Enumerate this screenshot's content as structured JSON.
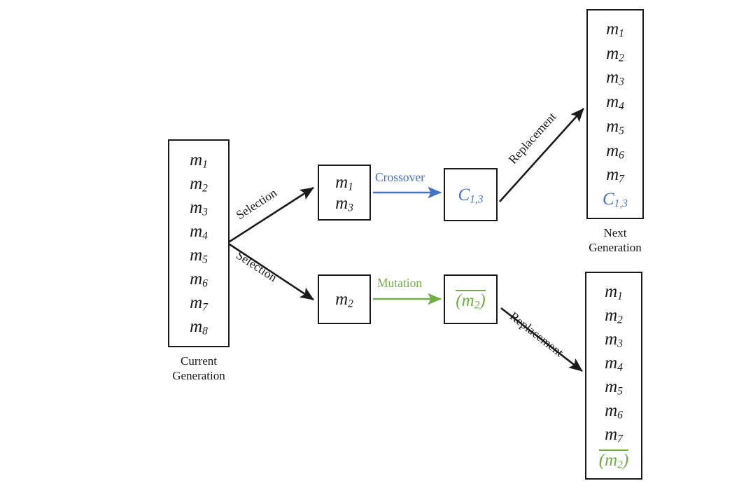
{
  "diagram": {
    "title": "Genetic algorithm generation cycle",
    "colors": {
      "ink": "#1a1a1a",
      "crossover_blue": "#4472C4",
      "mutation_green": "#70AD47",
      "background": "#ffffff"
    }
  },
  "current_generation": {
    "caption": "Current\nGeneration",
    "genes": [
      {
        "base": "m",
        "sub": "1",
        "color": "ink"
      },
      {
        "base": "m",
        "sub": "2",
        "color": "ink"
      },
      {
        "base": "m",
        "sub": "3",
        "color": "ink"
      },
      {
        "base": "m",
        "sub": "4",
        "color": "ink"
      },
      {
        "base": "m",
        "sub": "5",
        "color": "ink"
      },
      {
        "base": "m",
        "sub": "6",
        "color": "ink"
      },
      {
        "base": "m",
        "sub": "7",
        "color": "ink"
      },
      {
        "base": "m",
        "sub": "8",
        "color": "ink"
      }
    ]
  },
  "crossover_parents": {
    "genes": [
      {
        "base": "m",
        "sub": "1",
        "color": "ink"
      },
      {
        "base": "m",
        "sub": "3",
        "color": "ink"
      }
    ]
  },
  "crossover_child": {
    "genes": [
      {
        "base": "C",
        "sub": "1,3",
        "color": "blue"
      }
    ]
  },
  "mutation_parent": {
    "genes": [
      {
        "base": "m",
        "sub": "2",
        "color": "ink"
      }
    ]
  },
  "mutation_child": {
    "genes": [
      {
        "prefix": "(",
        "base": "m",
        "sub": "2",
        "suffix": ")",
        "color": "green",
        "overline": true
      }
    ]
  },
  "next_generation_top": {
    "caption": "Next\nGeneration",
    "genes": [
      {
        "base": "m",
        "sub": "1",
        "color": "ink"
      },
      {
        "base": "m",
        "sub": "2",
        "color": "ink"
      },
      {
        "base": "m",
        "sub": "3",
        "color": "ink"
      },
      {
        "base": "m",
        "sub": "4",
        "color": "ink"
      },
      {
        "base": "m",
        "sub": "5",
        "color": "ink"
      },
      {
        "base": "m",
        "sub": "6",
        "color": "ink"
      },
      {
        "base": "m",
        "sub": "7",
        "color": "ink"
      },
      {
        "base": "C",
        "sub": "1,3",
        "color": "blue"
      }
    ]
  },
  "next_generation_bottom": {
    "caption": "",
    "genes": [
      {
        "base": "m",
        "sub": "1",
        "color": "ink"
      },
      {
        "base": "m",
        "sub": "2",
        "color": "ink"
      },
      {
        "base": "m",
        "sub": "3",
        "color": "ink"
      },
      {
        "base": "m",
        "sub": "4",
        "color": "ink"
      },
      {
        "base": "m",
        "sub": "5",
        "color": "ink"
      },
      {
        "base": "m",
        "sub": "6",
        "color": "ink"
      },
      {
        "base": "m",
        "sub": "7",
        "color": "ink"
      },
      {
        "prefix": "(",
        "base": "m",
        "sub": "2",
        "suffix": ")",
        "color": "green",
        "overline": true
      }
    ]
  },
  "edges": {
    "selection_top": "Selection",
    "selection_bottom": "Selection",
    "crossover": "Crossover",
    "mutation": "Mutation",
    "replacement_top": "Replacement",
    "replacement_bottom": "Replacement"
  }
}
